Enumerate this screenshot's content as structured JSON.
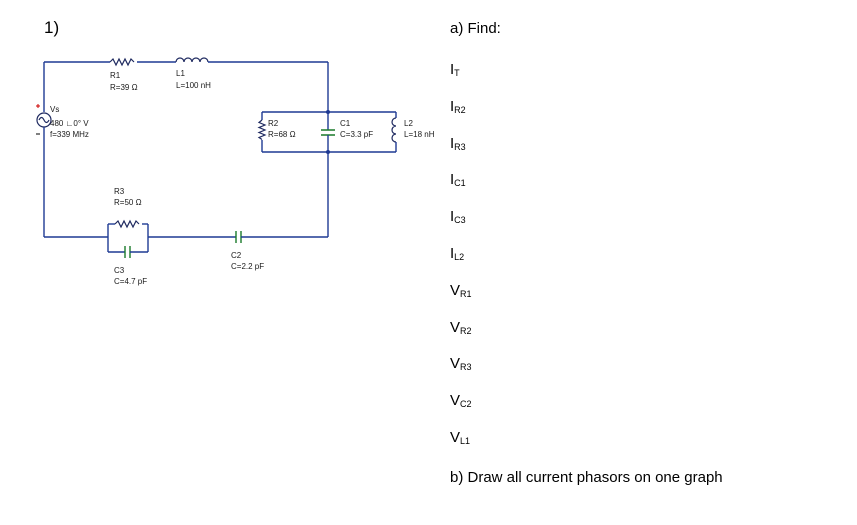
{
  "problem_number": "1)",
  "circuit": {
    "source": {
      "name": "Vs",
      "value": "480 ∟0° V",
      "frequency": "f=339 MHz"
    },
    "components": [
      {
        "id": "R1",
        "value": "R=39 Ω"
      },
      {
        "id": "L1",
        "value": "L=100 nH"
      },
      {
        "id": "R2",
        "value": "R=68 Ω"
      },
      {
        "id": "C1",
        "value": "C=3.3 pF"
      },
      {
        "id": "L2",
        "value": "L=18 nH"
      },
      {
        "id": "R3",
        "value": "R=50 Ω"
      },
      {
        "id": "C3",
        "value": "C=4.7 pF"
      },
      {
        "id": "C2",
        "value": "C=2.2 pF"
      }
    ]
  },
  "questions": {
    "part_a": "a) Find:",
    "items": [
      {
        "main": "I",
        "sub": "T"
      },
      {
        "main": "I",
        "sub": "R2"
      },
      {
        "main": "I",
        "sub": "R3"
      },
      {
        "main": "I",
        "sub": "C1"
      },
      {
        "main": "I",
        "sub": "C3"
      },
      {
        "main": "I",
        "sub": "L2"
      },
      {
        "main": "V",
        "sub": "R1"
      },
      {
        "main": "V",
        "sub": "R2"
      },
      {
        "main": "V",
        "sub": "R3"
      },
      {
        "main": "V",
        "sub": "C2"
      },
      {
        "main": "V",
        "sub": "L1"
      }
    ],
    "part_b": "b) Draw all current phasors on one graph"
  }
}
